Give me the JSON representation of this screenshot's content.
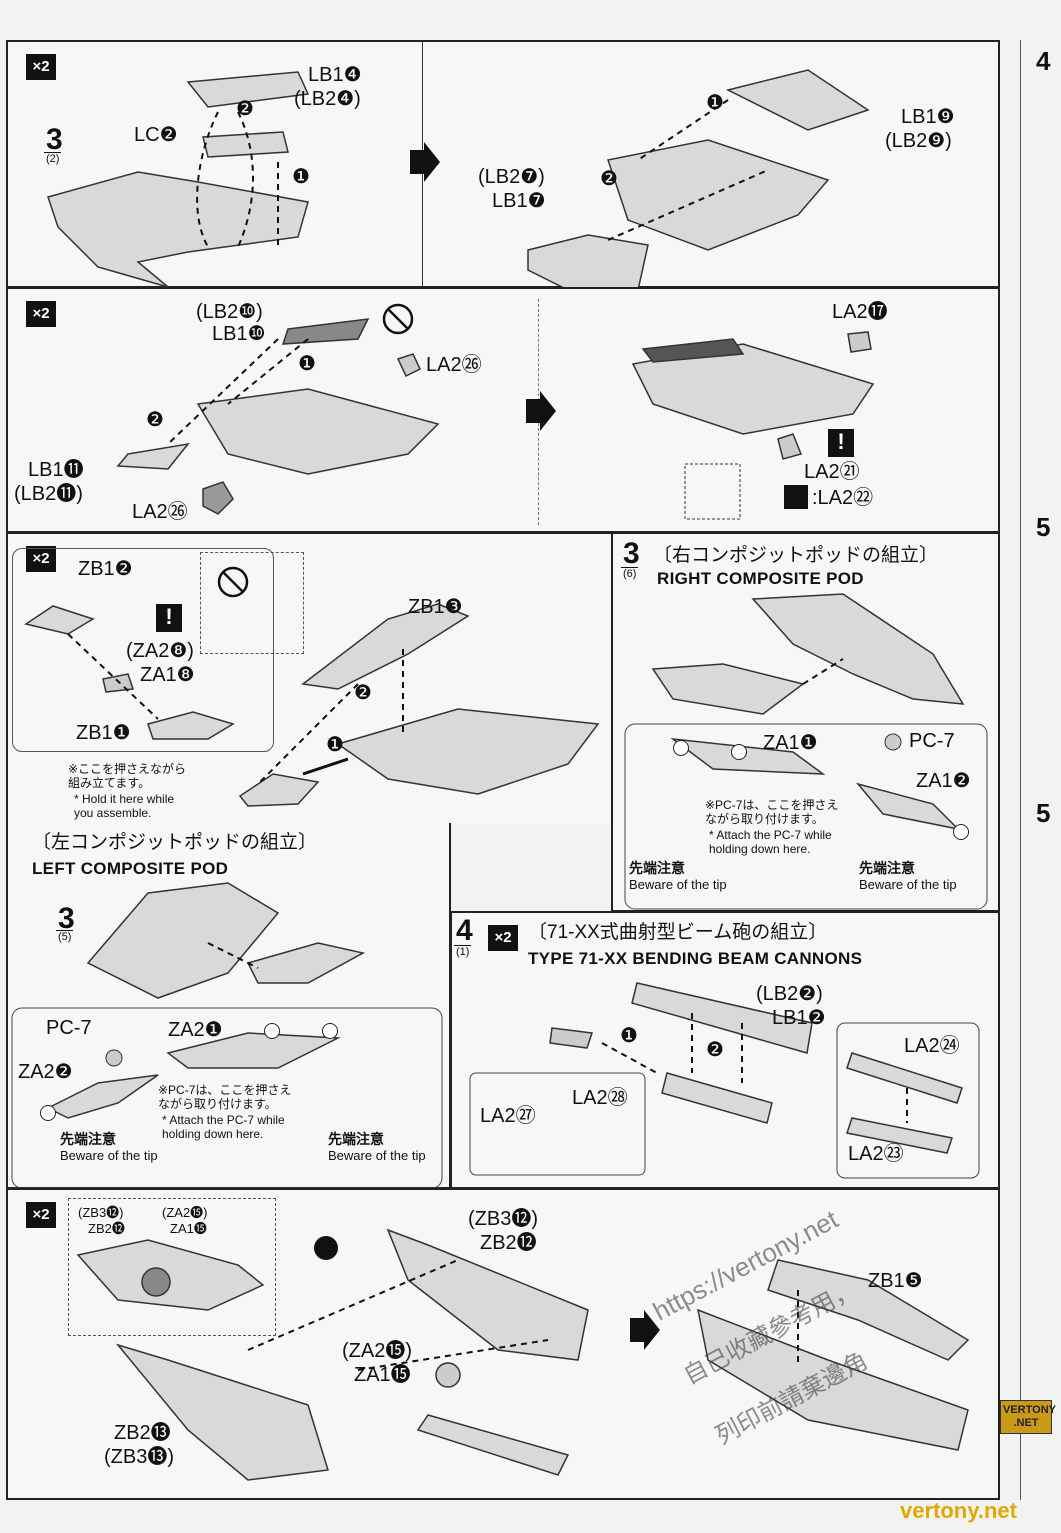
{
  "panel1": {
    "step_num": "3",
    "step_sub": "(2)",
    "multiplier": "×2",
    "left_labels": {
      "lb_top": "LB1❹",
      "lb_top_alt": "(LB2❹)",
      "lc": "LC❷",
      "n2": "❷",
      "n1": "❶"
    },
    "right_labels": {
      "lb_b7_alt": "(LB2❼)",
      "lb_b7": "LB1❼",
      "lb_9": "LB1❾",
      "lb_9_alt": "(LB2❾)",
      "n1": "❶",
      "n2": "❷"
    }
  },
  "panel2": {
    "multiplier": "×2",
    "labels": {
      "lb10_alt": "(LB2❿)",
      "lb10": "LB1❿",
      "la26a": "LA2㉖",
      "la26b": "LA2㉖",
      "lb11": "LB1⓫",
      "lb11_alt": "(LB2⓫)",
      "n1": "❶",
      "n2": "❷"
    },
    "right": {
      "la17": "LA2⓱",
      "la21": "LA2㉑",
      "la22": ":LA2㉒",
      "excl": "!"
    }
  },
  "panel3": {
    "multiplier": "×2",
    "labels": {
      "zb2": "ZB1❷",
      "za8_alt": "(ZA2❽)",
      "za8": "ZA1❽",
      "zb1": "ZB1❶",
      "zb3": "ZB1❸",
      "n1": "❶",
      "n2": "❷",
      "excl": "!"
    },
    "note_jp": [
      "※ここを押さえながら",
      "組み立てます。"
    ],
    "note_en": [
      "* Hold it here while",
      "you assemble."
    ]
  },
  "right_pod": {
    "step_num": "3",
    "step_sub": "(6)",
    "title_jp": "〔右コンポジットポッドの組立〕",
    "title_en": "RIGHT COMPOSITE POD",
    "labels": {
      "za1_1": "ZA1❶",
      "pc7": "PC-7",
      "za1_2": "ZA1❷"
    },
    "note_jp": [
      "※PC-7は、ここを押さえ",
      "ながら取り付けます。"
    ],
    "note_en": [
      "* Attach the PC-7 while",
      "holding down here."
    ],
    "warn_jp": "先端注意",
    "warn_en": "Beware of the tip"
  },
  "left_pod": {
    "title_jp": "〔左コンポジットポッドの組立〕",
    "title_en": "LEFT COMPOSITE POD",
    "step_num": "3",
    "step_sub": "(5)",
    "labels": {
      "pc7": "PC-7",
      "za2_1": "ZA2❶",
      "za2_2": "ZA2❷"
    },
    "note_jp": [
      "※PC-7は、ここを押さえ",
      "ながら取り付けます。"
    ],
    "note_en": [
      "* Attach the PC-7 while",
      "holding down here."
    ],
    "warn_jp": "先端注意",
    "warn_en": "Beware of the tip"
  },
  "beam": {
    "step_num": "4",
    "step_sub": "(1)",
    "multiplier": "×2",
    "title_jp": "〔71-XX式曲射型ビーム砲の組立〕",
    "title_en": "TYPE 71-XX BENDING BEAM CANNONS",
    "labels": {
      "lb2_alt": "(LB2❷)",
      "lb2": "LB1❷",
      "la24": "LA2㉔",
      "la23": "LA2㉓",
      "la27": "LA2㉗",
      "la28": "LA2㉘",
      "n1": "❶",
      "n2": "❷"
    }
  },
  "panel_last": {
    "multiplier": "×2",
    "labels": {
      "zb3_12_alt": "(ZB3⓬)",
      "zb2_12": "ZB2⓬",
      "za2_15_alt": "(ZA2⓯)",
      "za1_15": "ZA1⓯",
      "zb3_12_alt_b": "(ZB3⓬)",
      "zb2_12_b": "ZB2⓬",
      "za2_15_alt_b": "(ZA2⓯)",
      "za1_15_b": "ZA1⓯",
      "zb2_13": "ZB2⓭",
      "zb3_13_alt": "(ZB3⓭)",
      "zb1_5": "ZB1❺"
    }
  },
  "edge": {
    "top": "4",
    "mid1": "5",
    "mid2": "5"
  },
  "watermark": {
    "url": "https://vertony.net",
    "cn1": "自己收藏參考用，",
    "cn2": "列印前請棄邊角"
  },
  "logo": {
    "line1": "VERTONY",
    "line2": ".NET"
  },
  "footer": "vertony.net",
  "colors": {
    "part_fill": "#d9d9d9",
    "part_stroke": "#333333",
    "dark": "#111111",
    "footer": "#e0a800"
  }
}
